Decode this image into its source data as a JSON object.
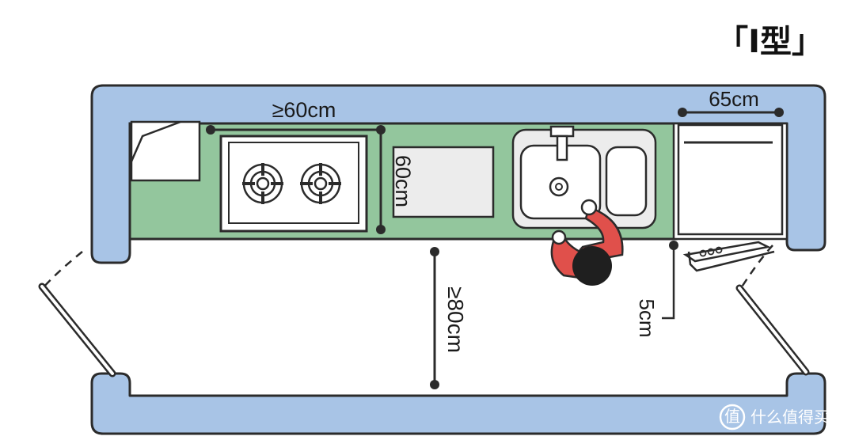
{
  "title": "「Ⅰ型」",
  "dimensions": {
    "stove_width": "≥60cm",
    "counter_depth": "60cm",
    "aisle_width": "≥80cm",
    "dishwasher_width": "65cm",
    "dishwasher_gap": "5cm"
  },
  "watermark": "什么值得买",
  "colors": {
    "wall": "#a8c4e6",
    "counter": "#93c69d",
    "outline": "#2b2b2b",
    "person_shirt": "#e0504b"
  }
}
